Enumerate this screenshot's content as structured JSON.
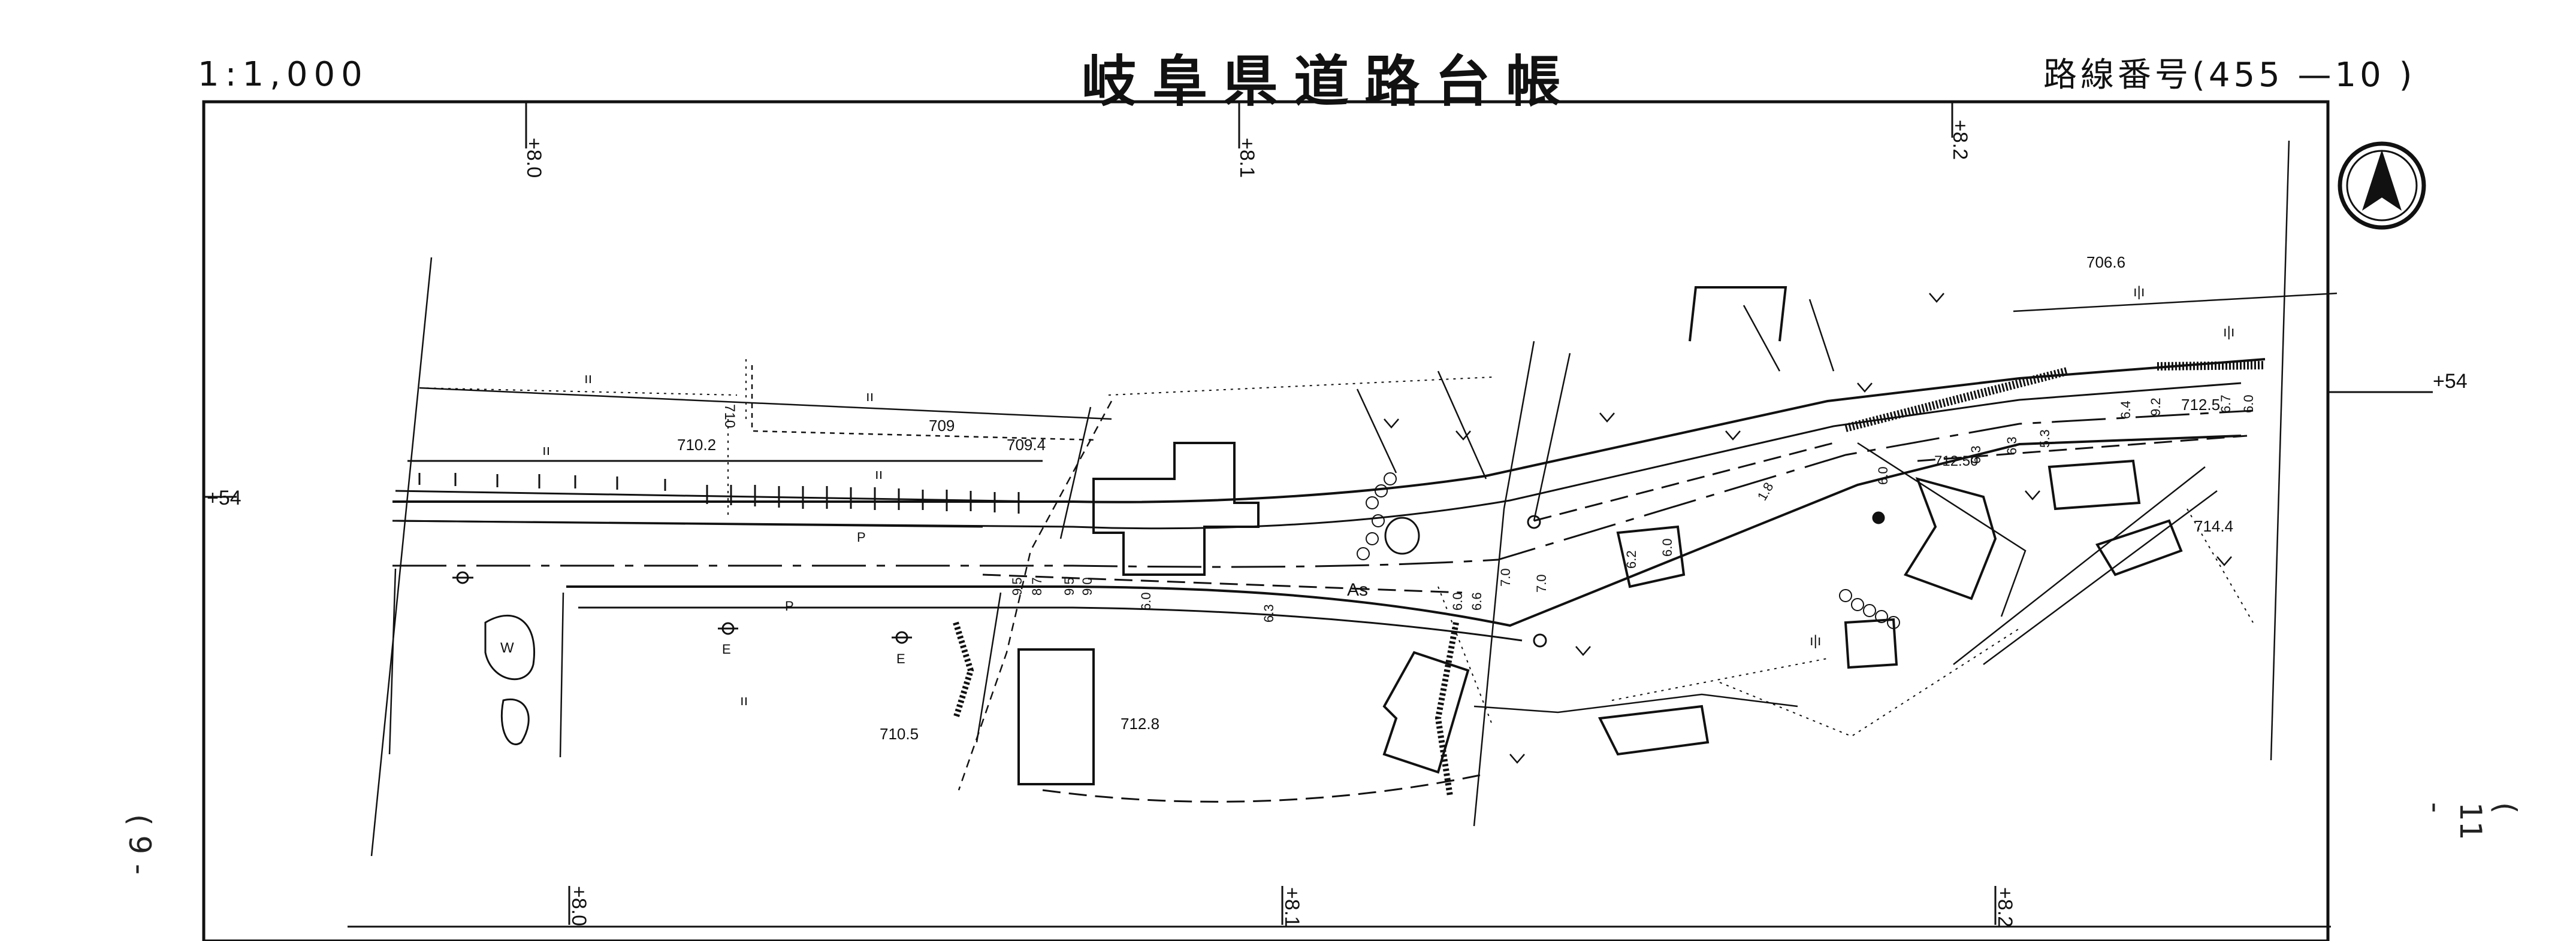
{
  "header": {
    "scale": "1:1,000",
    "title": "岐阜県道路台帳",
    "route_number": "路線番号(455 —10 )"
  },
  "sheet_numbers": {
    "left": "( 9 -",
    "right": "( 11 -"
  },
  "stations": {
    "top": [
      "+8.0",
      "+8.1",
      "+8.2"
    ],
    "bottom": [
      "+8.0",
      "+8.1",
      "+8.2"
    ],
    "left_edge": "+54",
    "right_edge": "+54"
  },
  "elevations": [
    "710.2",
    "709",
    "709.4",
    "710.5",
    "712.8",
    "712.50",
    "706.6",
    "712.5",
    "714.4"
  ],
  "contour_label": "710",
  "road_widths": [
    "9.5",
    "8.7",
    "9.5",
    "9.0",
    "6.0",
    "6.3",
    "6.0",
    "6.6",
    "7.0",
    "7.0",
    "6.2",
    "6.0",
    "6.0",
    "6.3",
    "6.3",
    "5.3",
    "6.4",
    "9.2",
    "6.7",
    "6.0",
    "1.8"
  ],
  "map_labels": {
    "pole_p1": "P",
    "pole_p2": "P",
    "pole_e1": "E",
    "pole_e2": "E",
    "water_w": "W",
    "asphalt": "As",
    "field_mark": "ıı",
    "field_mark2": "ıı",
    "field_mark3": "ıı",
    "field_mark4": "ıı",
    "field_mark5": "ıı",
    "field_mark6": "ı|ı",
    "field_mark7": "ı|ı",
    "field_mark8": "ı|ı"
  },
  "north_arrow": "north",
  "colors": {
    "ink": "#111111",
    "paper": "#ffffff"
  }
}
